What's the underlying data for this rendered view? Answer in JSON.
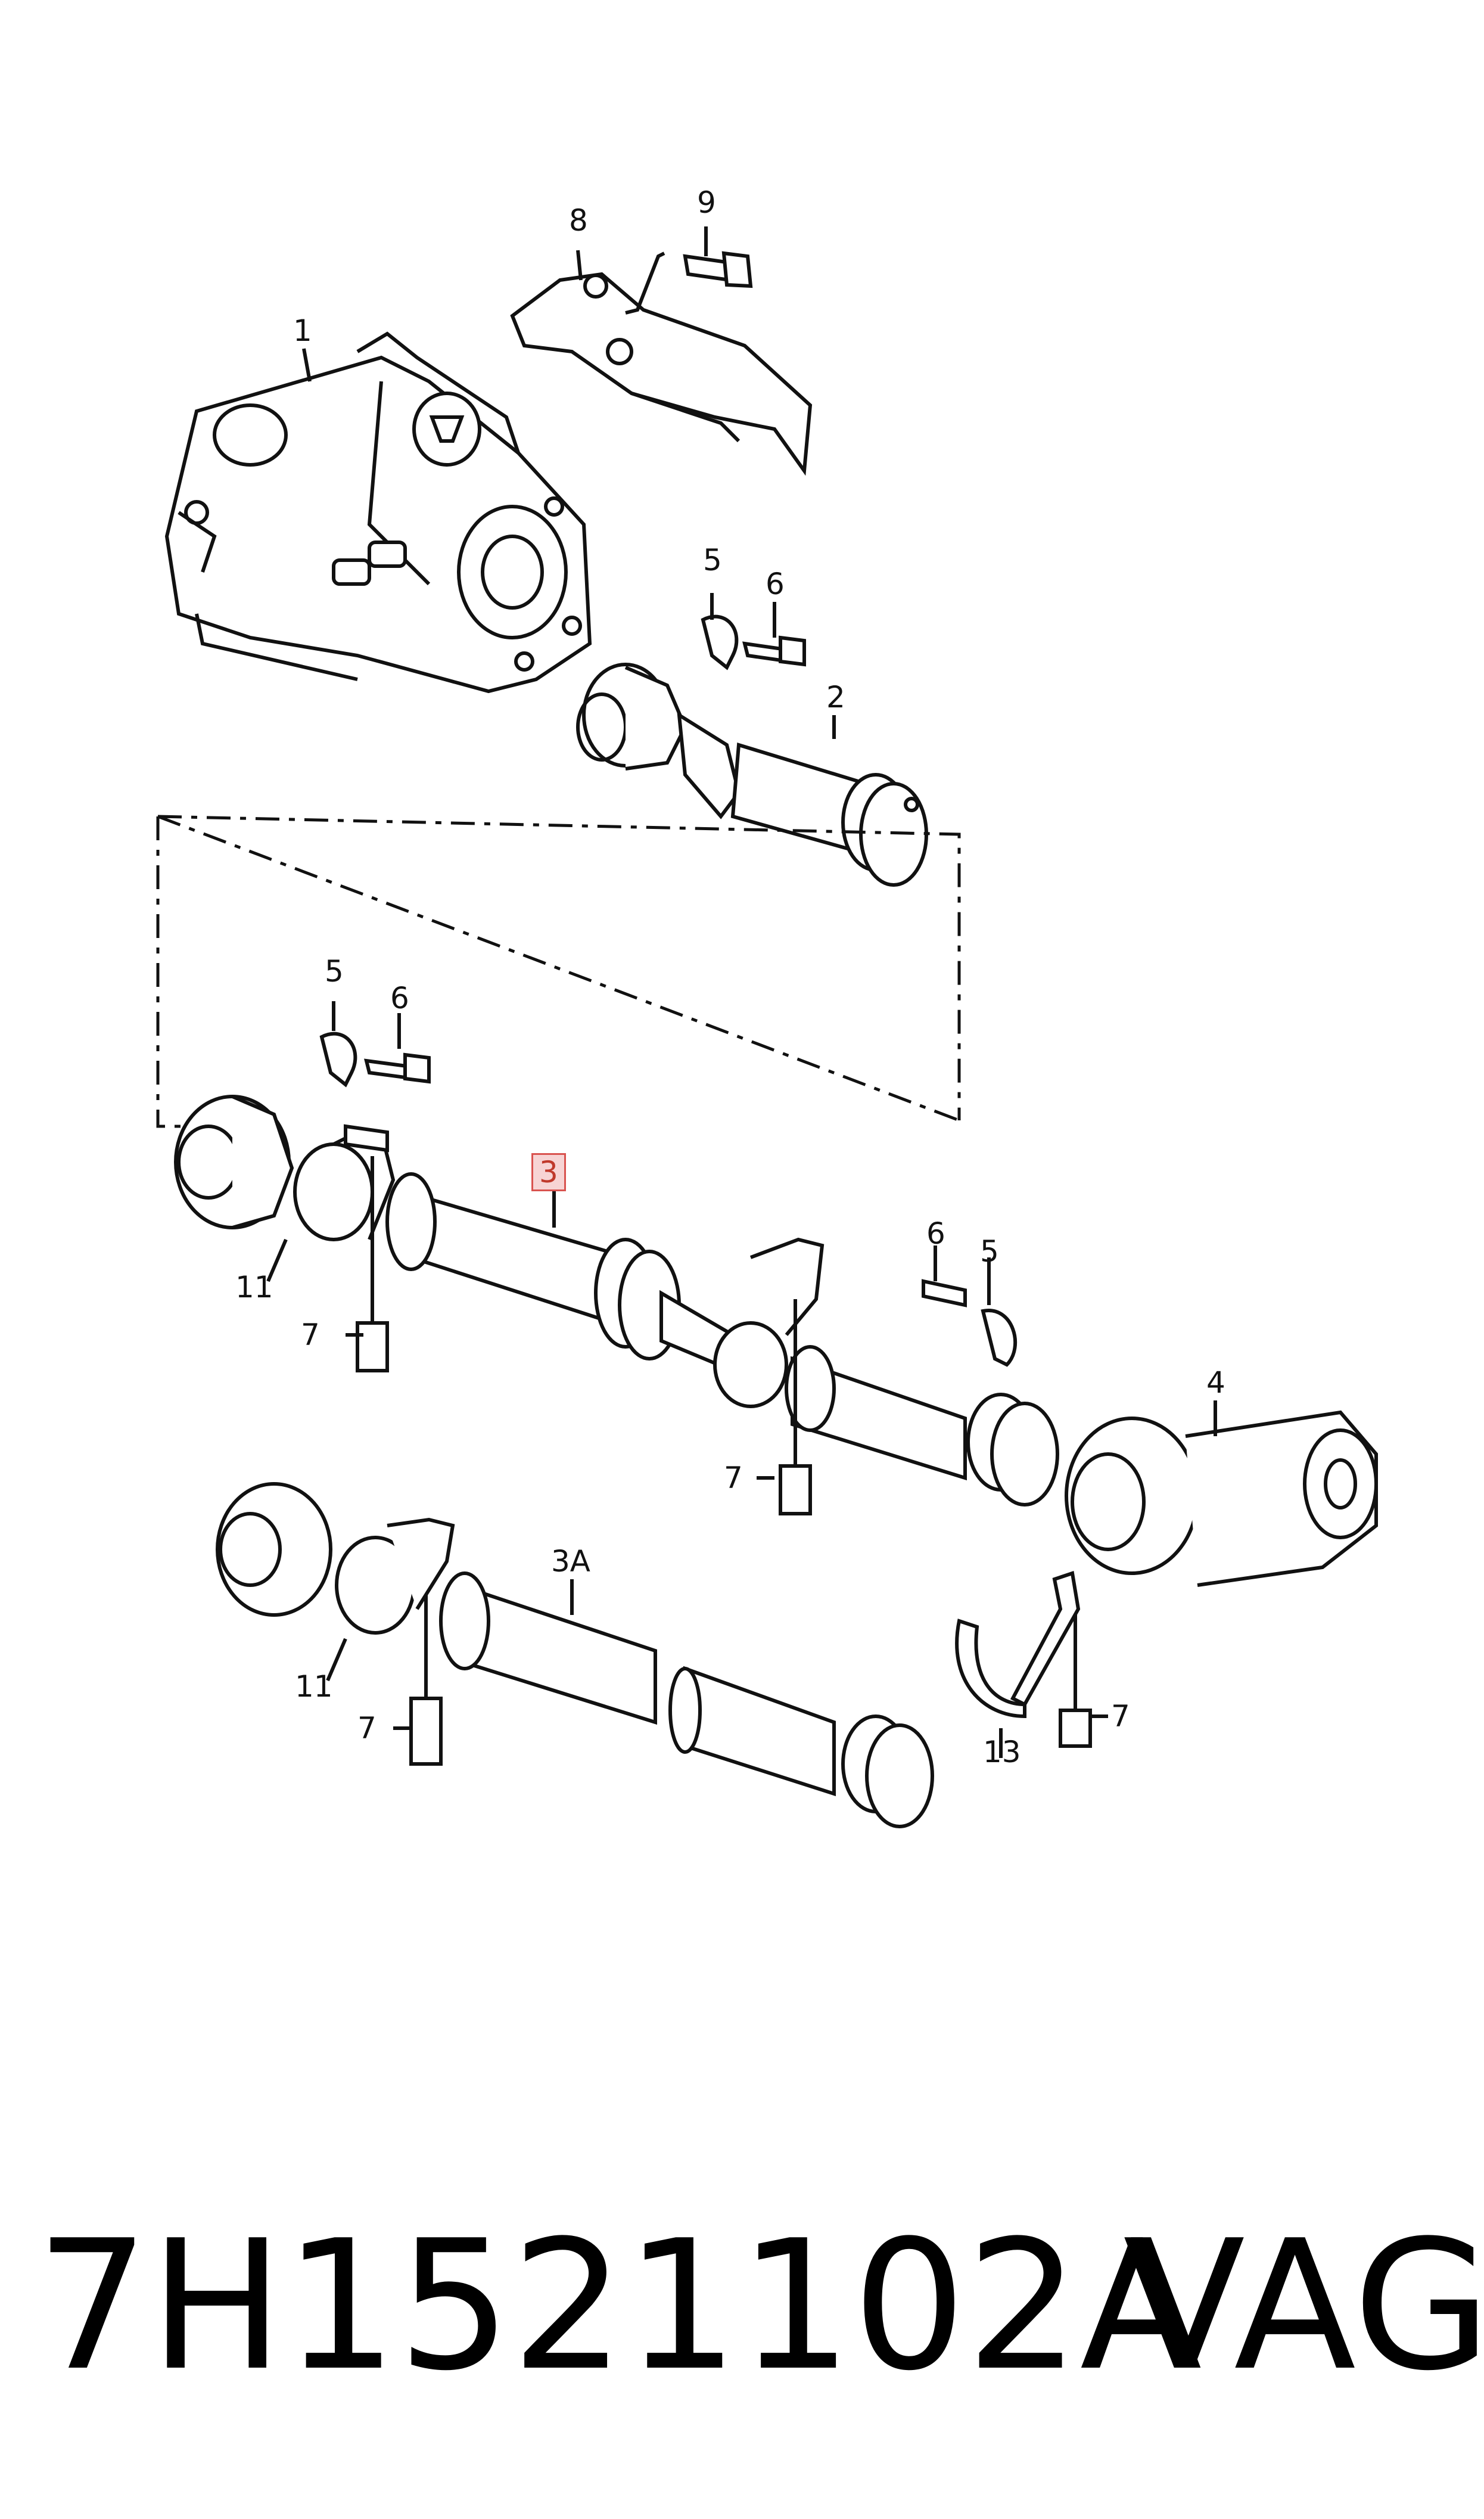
{
  "labels": {
    "c1": "1",
    "c2": "2",
    "c3": "3",
    "c3a": "3A",
    "c4": "4",
    "c5a": "5",
    "c5b": "5",
    "c5c": "5",
    "c6a": "6",
    "c6b": "6",
    "c6c": "6",
    "c7a": "7",
    "c7b": "7",
    "c7c": "7",
    "c7d": "7",
    "c8": "8",
    "c9": "9",
    "c11a": "11",
    "c11b": "11",
    "c13": "13"
  },
  "footer": {
    "part_number": "7H1521102A",
    "brand": "VAG"
  },
  "colors": {
    "line": "#111111",
    "highlight_border": "#d9534f",
    "highlight_fill": "#f7d4d4"
  }
}
